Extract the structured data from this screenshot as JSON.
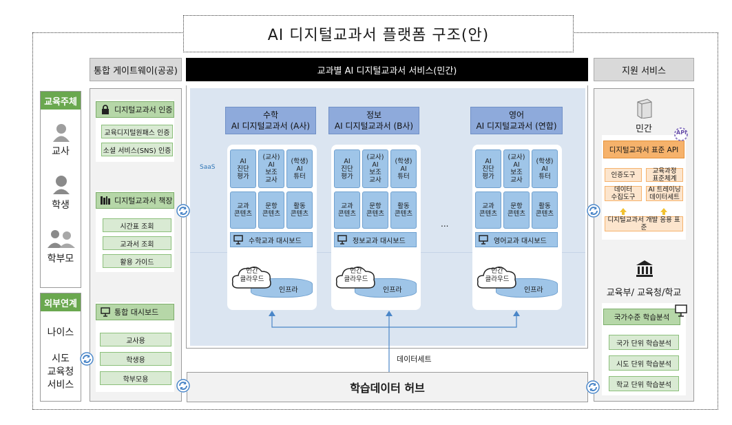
{
  "title": "AI 디지털교과서 플랫폼 구조(안)",
  "headers": {
    "gateway": "통합 게이트웨이(공공)",
    "services": "교과별 AI 디지털교과서 서비스(민간)",
    "support": "지원 서비스"
  },
  "left": {
    "edu_subject": "교육주체",
    "teacher": "교사",
    "student": "학생",
    "parent": "학부모",
    "external": "외부연계",
    "neis": "나이스",
    "sido": "시도\n교육청\n서비스"
  },
  "gateway": {
    "auth": {
      "title": "디지털교과서 인증",
      "items": [
        "교육디지털원패스 인증",
        "소셜 서비스(SNS) 인증"
      ]
    },
    "shelf": {
      "title": "디지털교과서 책장",
      "items": [
        "시간표 조회",
        "교과서 조회",
        "활용 가이드"
      ]
    },
    "dash": {
      "title": "통합 대시보드",
      "items": [
        "교사용",
        "학생용",
        "학부모용"
      ]
    }
  },
  "services": {
    "saas": "SaaS",
    "ellipsis": "...",
    "dataset": "데이터세트",
    "cards": [
      {
        "subject": "수학",
        "name": "AI 디지털교과서 (A사)",
        "modules": [
          "AI\n진단\n평가",
          "(교사)\nAI\n보조\n교사",
          "(학생)\nAI\n튜터",
          "교과\n콘텐츠",
          "문항\n콘텐츠",
          "활동\n콘텐츠"
        ],
        "dashboard": "수학교과 대시보드",
        "cloud": "민간\n클라우드",
        "infra": "인프라"
      },
      {
        "subject": "정보",
        "name": "AI 디지털교과서 (B사)",
        "modules": [
          "AI\n진단\n평가",
          "(교사)\nAI\n보조\n교사",
          "(학생)\nAI\n튜터",
          "교과\n콘텐츠",
          "문항\n콘텐츠",
          "활동\n콘텐츠"
        ],
        "dashboard": "정보교과 대시보드",
        "cloud": "민간\n클라우드",
        "infra": "인프라"
      },
      {
        "subject": "영어",
        "name": "AI 디지털교과서 (연합)",
        "modules": [
          "AI\n진단\n평가",
          "(교사)\nAI\n보조\n교사",
          "(학생)\nAI\n튜터",
          "교과\n콘텐츠",
          "문항\n콘텐츠",
          "활동\n콘텐츠"
        ],
        "dashboard": "영어교과 대시보드",
        "cloud": "민간\n클라우드",
        "infra": "인프라"
      }
    ]
  },
  "hub": "학습데이터 허브",
  "support": {
    "private": "민간",
    "api_badge": "API",
    "api_title": "디지털교과서 표준 API",
    "tools": [
      "인증도구",
      "교육과정\n표준체계",
      "데이터\n수집도구",
      "AI 트레이닝\n데이터세트"
    ],
    "dev_std": "디지털교과서 개발 응용 표준",
    "gov": "교육부/ 교육청/학교",
    "national": "국가수준 학습분석",
    "levels": [
      "국가 단위 학습분석",
      "시도 단위 학습분석",
      "학교 단위 학습분석"
    ]
  }
}
